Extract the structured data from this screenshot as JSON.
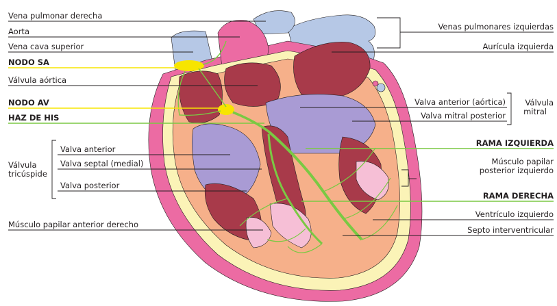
{
  "labels_left": {
    "vena_pulmonar_derecha": "Vena pulmonar derecha",
    "aorta": "Aorta",
    "vena_cava_superior": "Vena cava superior",
    "nodo_sa": "NODO SA",
    "valvula_aortica": "Válvula aórtica",
    "nodo_av": "NODO AV",
    "haz_de_his": "HAZ DE HIS",
    "valvula_tricuspide_line1": "Válvula",
    "valvula_tricuspide_line2": "tricúspide",
    "valva_anterior": "Valva anterior",
    "valva_septal": "Valva septal (medial)",
    "valva_posterior": "Valva posterior",
    "musculo_papilar_anterior_derecho": "Músculo papilar anterior derecho"
  },
  "labels_right": {
    "venas_pulmonares_izquierdas": "Venas pulmonares izquierdas",
    "auricula_izquierda": "Aurícula izquierda",
    "valva_anterior_aortica": "Valva anterior (aórtica)",
    "valva_mitral_posterior": "Valva mitral posterior",
    "valvula_mitral_line1": "Válvula",
    "valvula_mitral_line2": "mitral",
    "rama_izquierda": "RAMA IZQUIERDA",
    "musculo_papilar_posterior_line1": "Músculo papilar",
    "musculo_papilar_posterior_line2": "posterior izquierdo",
    "rama_derecha": "RAMA DERECHA",
    "ventriculo_izquierdo": "Ventrículo izquierdo",
    "septo_interventricular": "Septo interventricular"
  },
  "colors": {
    "pericardium_pink": "#ec6ba3",
    "epicardium_cream": "#fbf3b7",
    "myocardium_peach": "#f6b08a",
    "muscle_maroon": "#a83a4a",
    "chamber_lavender": "#a99bd4",
    "vessel_blue": "#b6c8e6",
    "valve_pink": "#f6bfd6",
    "conduction_green": "#7ac943",
    "node_yellow": "#f7e500",
    "leader_line": "#231f20"
  }
}
